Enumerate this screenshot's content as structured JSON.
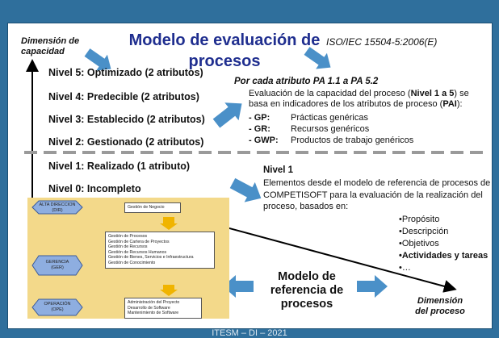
{
  "title": "Modelo de evaluación de procesos",
  "standard": "ISO/IEC 15504-5:2006(E)",
  "dimension_capacidad": "Dimensión de capacidad",
  "levels": [
    "Nivel 5: Optimizado (2 atributos)",
    "Nivel 4: Predecible (2 atributos)",
    "Nivel 3: Establecido (2 atributos)",
    "Nivel 2: Gestionado (2 atributos)",
    "Nivel 1: Realizado (1 atributo)",
    "Nivel 0: Incompleto"
  ],
  "por_cada_atributo": "Por cada atributo PA 1.1 a PA 5.2",
  "evaluacion": {
    "text_a": "Evaluación de la capacidad del proceso (",
    "bold_a": "Nivel 1 a 5",
    "text_b": ") se basa en indicadores de los atributos de proceso (",
    "bold_b": "PAI",
    "text_c": "):"
  },
  "attributes": [
    {
      "code": "- GP:",
      "desc": "Prácticas genéricas"
    },
    {
      "code": "- GR:",
      "desc": "Recursos genéricos"
    },
    {
      "code": "- GWP:",
      "desc": "Productos de trabajo genéricos"
    }
  ],
  "nivel1": {
    "heading": "Nivel 1",
    "text": "Elementos desde el modelo de referencia de procesos de COMPETISOFT para la evaluación de la realización del proceso, basados en:"
  },
  "bullets": [
    "•Propósito",
    "•Descripción",
    "•Objetivos",
    "•Actividades y tareas",
    "•…"
  ],
  "modelo_referencia": "Modelo de referencia de procesos",
  "dimension_proceso": "Dimensión del proceso",
  "org": {
    "alta": {
      "label": "ALTA DIRECCION",
      "code": "(DIR)",
      "items": [
        "Gestión de Negocio"
      ]
    },
    "gerencia": {
      "label": "GERENCIA",
      "code": "(GER)",
      "items": [
        "Gestión de Procesos",
        "Gestión de Cartera de Proyectos",
        "Gestión de Recursos",
        "Gestión de Recursos Humanos",
        "Gestión de Bienes, Servicios e Infraestructura",
        "Gestión de Conocimiento"
      ]
    },
    "operacion": {
      "label": "OPERACIÓN",
      "code": "(OPE)",
      "items": [
        "Administración del Proyecto",
        "Desarrollo de Software",
        "Mantenimiento de Software"
      ]
    }
  },
  "footer": "ITESM – DI – 2021",
  "colors": {
    "background": "#2f6f9c",
    "title": "#1f2e8f",
    "arrow": "#4a90c8",
    "divider": "#9a9a9a",
    "org_bg": "#f3d98a",
    "org_hex": "#8eaee0",
    "org_arrow": "#f0b400"
  }
}
